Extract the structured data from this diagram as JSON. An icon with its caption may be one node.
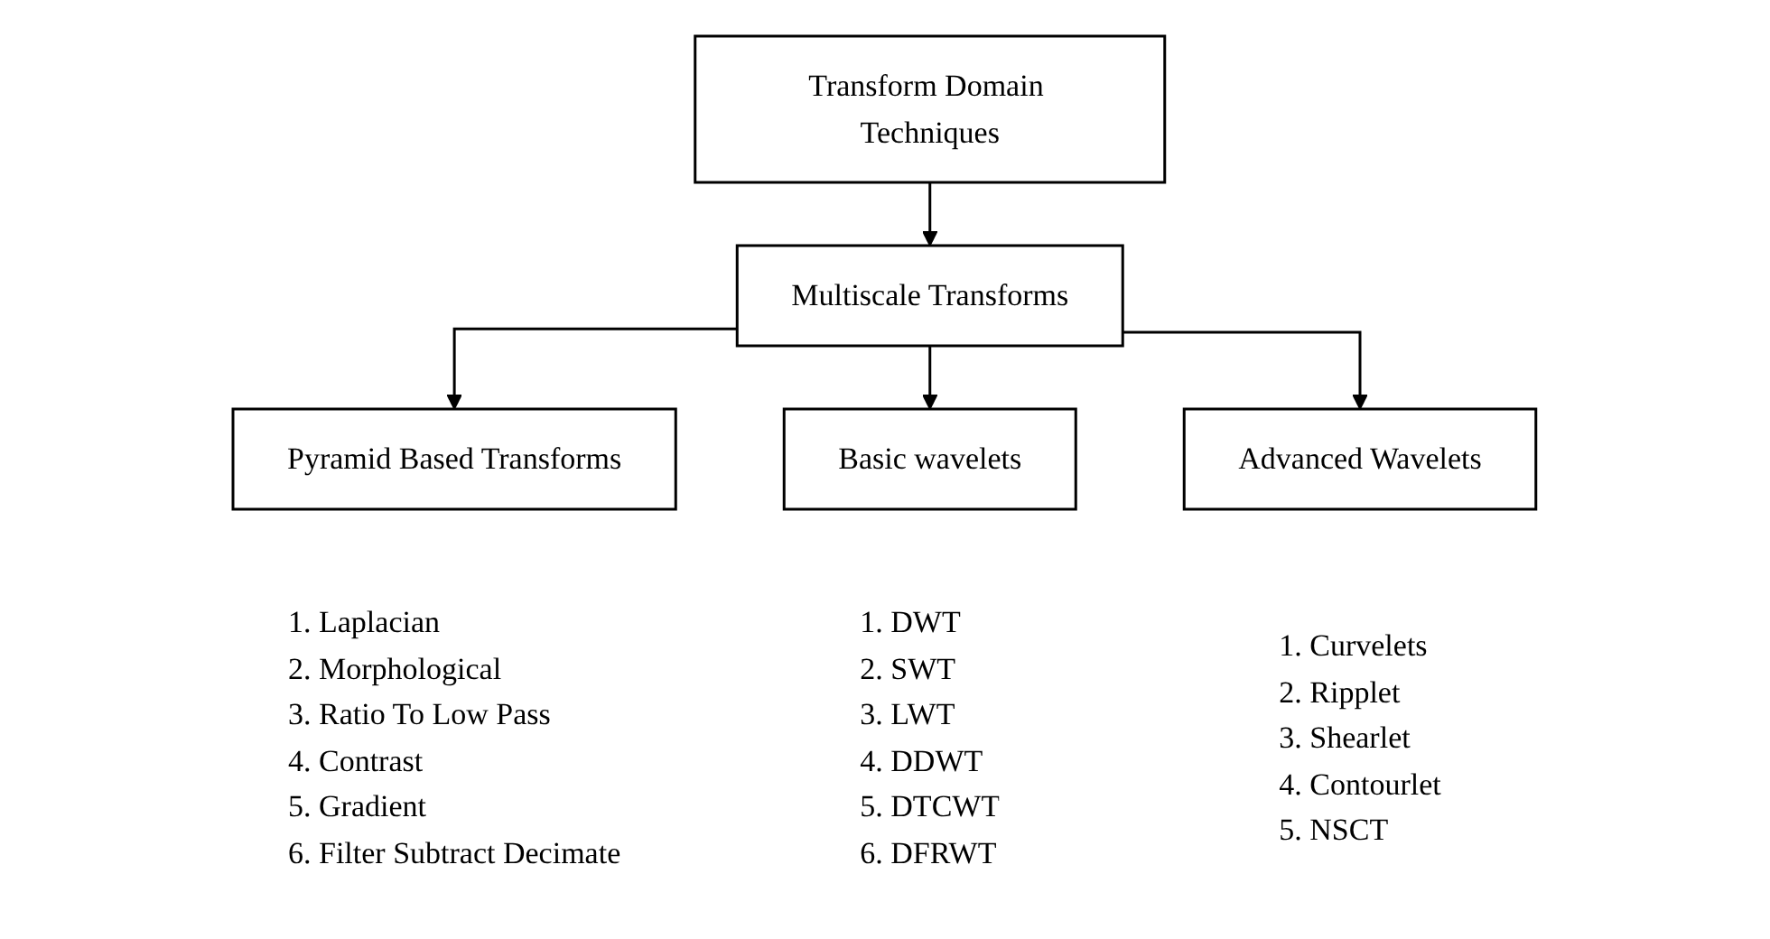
{
  "diagram": {
    "nodes": [
      {
        "text": [
          "Transform Domain Techniques"
        ]
      },
      {
        "text": [
          "Multiscale Transforms"
        ]
      },
      {
        "text": [
          "Pyramid Based Transforms"
        ],
        "beside": [
          "1. Laplacian",
          "2. Morphological",
          "3. Ratio To Low Pass",
          "4. Contrast",
          "5. Gradient",
          "6. Filter Subtract Decimate"
        ]
      },
      {
        "text": [
          "Basic wavelets"
        ],
        "beside": [
          "1. DWT",
          "2. SWT",
          "3. LWT",
          "4. DDWT",
          "5. DTCWT",
          "6. DFRWT"
        ]
      },
      {
        "text": [
          "Advanced Wavelets"
        ],
        "beside": [
          "1. Curvelets",
          "2. Ripplet",
          "3. Shearlet",
          "4. Contourlet",
          "5. NSCT"
        ]
      }
    ],
    "edges": [
      {
        "from": 0,
        "to": 1,
        "arrow": "to"
      },
      {
        "from": 1,
        "to": 2,
        "arrow": "to"
      },
      {
        "from": 1,
        "to": 3,
        "arrow": "to"
      },
      {
        "from": 1,
        "to": 4,
        "arrow": "to"
      }
    ]
  }
}
